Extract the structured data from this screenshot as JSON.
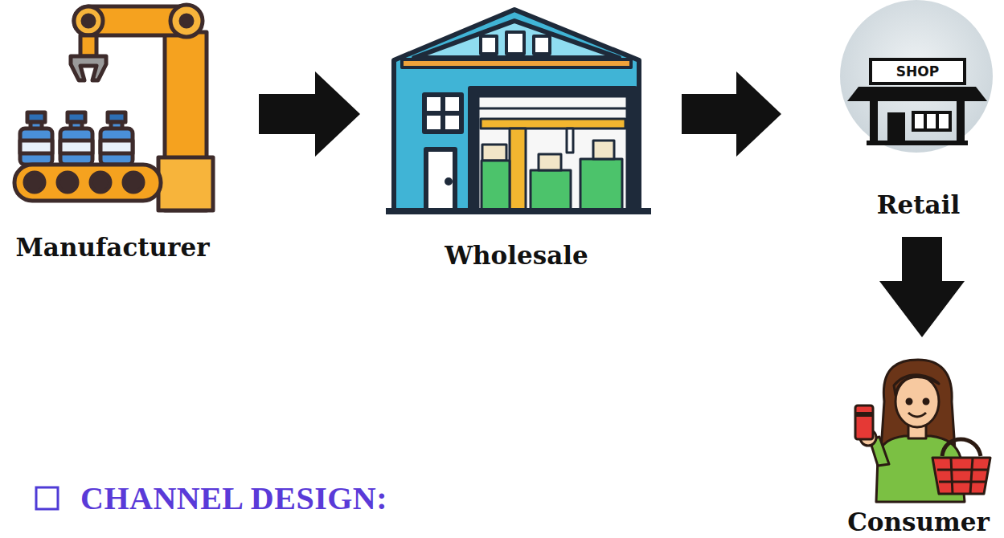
{
  "diagram": {
    "nodes": [
      {
        "text": [
          "Manufacturer"
        ]
      },
      {
        "text": [
          "Wholesale"
        ]
      },
      {
        "text": [
          "Retail"
        ]
      },
      {
        "text": [
          "Consumer"
        ]
      }
    ],
    "edges": [
      {
        "from": 0,
        "to": 1,
        "arrow": "to"
      },
      {
        "from": 1,
        "to": 2,
        "arrow": "to"
      },
      {
        "from": 2,
        "to": 3,
        "arrow": "to"
      }
    ],
    "labels": [
      "SHOP",
      "CHANNEL DESIGN:"
    ]
  }
}
